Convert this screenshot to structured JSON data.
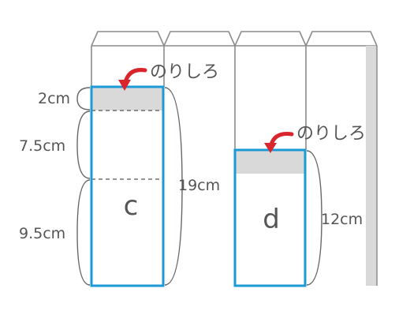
{
  "glue_label": "のりしろ",
  "glue_label_d": "のりしろ",
  "dims_c": {
    "glue": "2cm",
    "upper": "7.5cm",
    "lower": "9.5cm",
    "total": "19cm"
  },
  "dims_d": {
    "total": "12cm"
  },
  "strip_c_label": "c",
  "strip_d_label": "d",
  "colors": {
    "outline": "#8c8c8c",
    "strip_border": "#1a9ad6",
    "glue_fill": "#d9d9d9",
    "arrow": "#d9262c",
    "text": "#555555"
  }
}
